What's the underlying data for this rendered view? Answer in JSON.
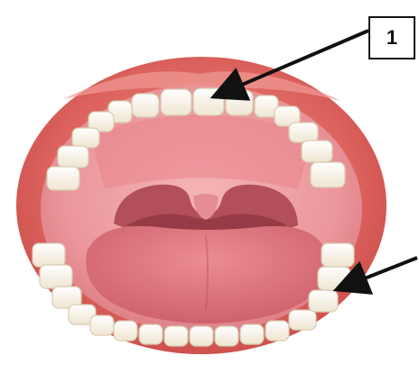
{
  "diagram": {
    "labels": [
      {
        "text": "1",
        "target": "upper-front-tooth"
      }
    ],
    "pointer_targets": [
      "upper-front-tooth",
      "lower-molar"
    ]
  },
  "colors": {
    "lip": "#d9605b",
    "lip_shadow": "#b8403d",
    "mouth_interior": "#e9959a",
    "throat": "#a8454e",
    "tongue": "#d9747b",
    "tooth": "#fbf3e4",
    "tooth_outline": "#d8cbb0",
    "arrow": "#111111"
  }
}
